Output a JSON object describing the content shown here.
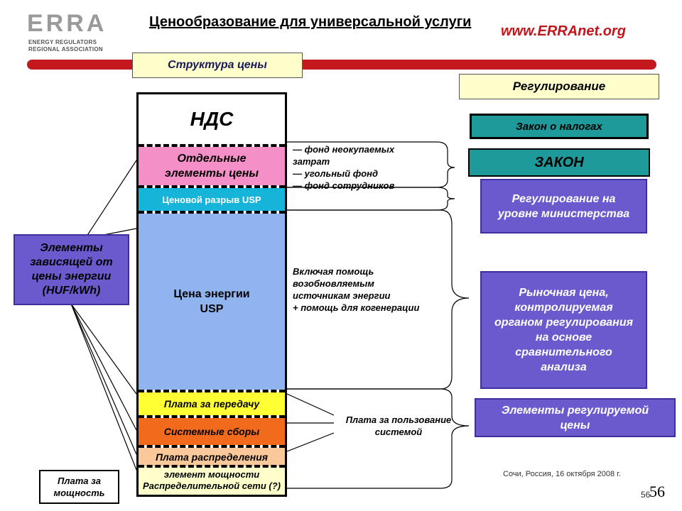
{
  "header": {
    "logo": "ERRA",
    "logo_sub_1": "ENERGY REGULATORS",
    "logo_sub_2": "REGIONAL ASSOCIATION",
    "title": "Ценообразование для универсальной услуги",
    "site": "www.ERRAnet.org"
  },
  "labels": {
    "price_structure": "Структура цены",
    "regulation": "Регулирование"
  },
  "column": {
    "vat": "НДС",
    "separate": "Отдельные элементы цены",
    "usp_gap": "Ценовой разрыв USP",
    "energy_price_1": "Цена энергии",
    "energy_price_2": "USP",
    "transmission": "Плата за передачу",
    "system_fees": "Системные сборы",
    "distribution": "Плата распределения",
    "capacity_element": "элемент мощности",
    "dist_network": "Распределительной сети (?)"
  },
  "notes": {
    "funds_1": "— фонд неокупаемых",
    "funds_2": "затрат",
    "funds_3": "— угольный фонд",
    "funds_4": "— фонд сотрудников",
    "incl_1": "Включая помощь",
    "incl_2": "возобновляемым",
    "incl_3": "источникам энергии",
    "incl_4": "+ помощь для когенерации",
    "system_use_1": "Плата за пользование",
    "system_use_2": "системой"
  },
  "right": {
    "tax_law": "Закон о налогах",
    "law": "ЗАКОН",
    "ministry": "Регулирование на уровне министерства",
    "market": "Рыночная цена, контролируемая органом регулирования на основе сравнительного анализа",
    "regulated": "Элементы регулируемой цены"
  },
  "left": {
    "energy_elements": "Элементы зависящей от цены энергии (HUF/kWh)",
    "capacity_fee": "Плата за мощность"
  },
  "footer": {
    "place_date": "Сочи, Россия, 16 октября 2008 г.",
    "page_small": "56",
    "page_big": "56"
  },
  "colors": {
    "red": "#c3181e",
    "pink": "#f58fc8",
    "cyan": "#16b4d8",
    "blue": "#8fb4f0",
    "yellow": "#ffff33",
    "orange": "#f26a1b",
    "peach": "#fbc89a",
    "light_yellow": "#ffffcc",
    "purple": "#6a5acd",
    "teal": "#1e9a9a"
  }
}
